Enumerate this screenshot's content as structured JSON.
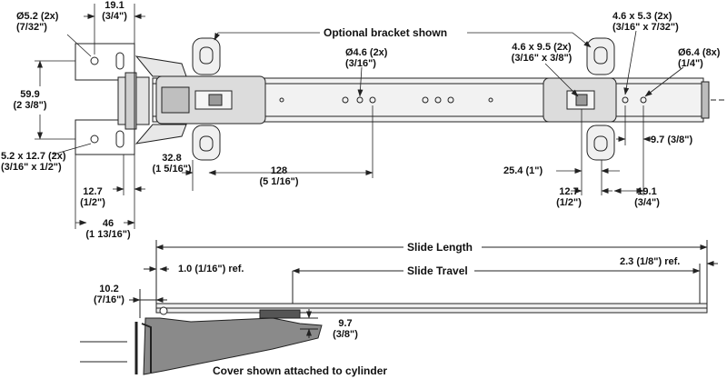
{
  "colors": {
    "line": "#222222",
    "part": "#e2e2e2",
    "partDark": "#9a9a9a",
    "cover": "#8a8a8a",
    "slideDark": "#555555"
  },
  "top_dims": {
    "d1": {
      "mm": "19.1",
      "in": "(3/4\")"
    },
    "hole52": {
      "mm": "Ø5.2 (2x)",
      "in": "(7/32\")"
    },
    "h599": {
      "mm": "59.9",
      "in": "(2 3/8\")"
    },
    "slot52": {
      "mm": "5.2 x 12.7 (2x)",
      "in": "(3/16\" x 1/2\")"
    },
    "d127a": {
      "mm": "12.7",
      "in": "(1/2\")"
    },
    "d46": {
      "mm": "46",
      "in": "(1 13/16\")"
    },
    "d328": {
      "mm": "32.8",
      "in": "(1 5/16\")"
    },
    "d128": {
      "mm": "128",
      "in": "(5 1/16\")"
    },
    "bracket_note": "Optional bracket shown",
    "hole46": {
      "mm": "Ø4.6 (2x)",
      "in": "(3/16\")"
    },
    "slot46x95": {
      "mm": "4.6 x 9.5 (2x)",
      "in": "(3/16\" x 3/8\")"
    },
    "slot46x53": {
      "mm": "4.6 x 5.3 (2x)",
      "in": "(3/16\" x 7/32\")"
    },
    "hole64": {
      "mm": "Ø6.4 (8x)",
      "in": "(1/4\")"
    },
    "d97a": "9.7 (3/8\")",
    "d254": "25.4 (1\")",
    "d127b": {
      "mm": "12.7",
      "in": "(1/2\")"
    },
    "d191b": {
      "mm": "19.1",
      "in": "(3/4\")"
    }
  },
  "bottom_dims": {
    "slide_length": "Slide Length",
    "ref10": "1.0 (1/16\") ref.",
    "slide_travel": "Slide Travel",
    "ref23": "2.3 (1/8\") ref.",
    "d102": {
      "mm": "10.2",
      "in": "(7/16\")"
    },
    "d97b": {
      "mm": "9.7",
      "in": "(3/8\")"
    },
    "cover_note": "Cover shown attached to cylinder"
  }
}
